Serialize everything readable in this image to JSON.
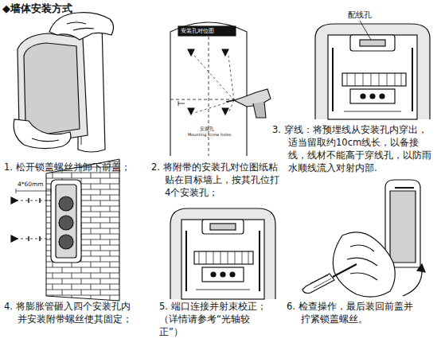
{
  "diagram": {
    "title": "◆墙体安装方式",
    "labels": [
      "配线孔",
      "安装孔对位图",
      "安装孔",
      "Mounting screw holes",
      "4*60mm",
      "1. 松开锁盖螺丝并卸下前盖；",
      "2. 将附带的安装孔对位图纸粘贴在目标墙上，按其孔位打4个安装孔；",
      "3.  穿线：将预埋线从安装孔内穿出，适当留取约10cm线长，以备接线，线材不能高于穿线孔，以防雨水顺线流入对射内部.",
      "4. 将膨胀管砸入四个安装孔内并安装附带螺丝使其固定；",
      "5. 端口连接并射束校正；（详情请参考“光轴较正”）",
      "6. 检查操作，最后装回前盖并拧紧锁盖螺丝。"
    ]
  }
}
